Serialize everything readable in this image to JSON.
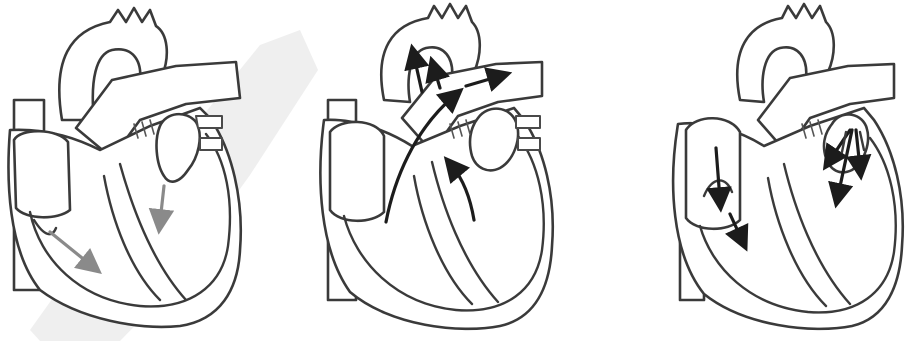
{
  "diagram": {
    "panels": [
      {
        "id": "panel-1",
        "arrow_tone": "gray"
      },
      {
        "id": "panel-2",
        "arrow_tone": "dark"
      },
      {
        "id": "panel-3",
        "arrow_tone": "dark"
      }
    ]
  },
  "watermark": {
    "shape": "diagonal-band",
    "color": "#e8e8e8"
  },
  "colors": {
    "outline": "#3a3a3a",
    "arrow_dark": "#1c1c1c",
    "arrow_gray": "#8a8a8a",
    "background": "#ffffff"
  }
}
